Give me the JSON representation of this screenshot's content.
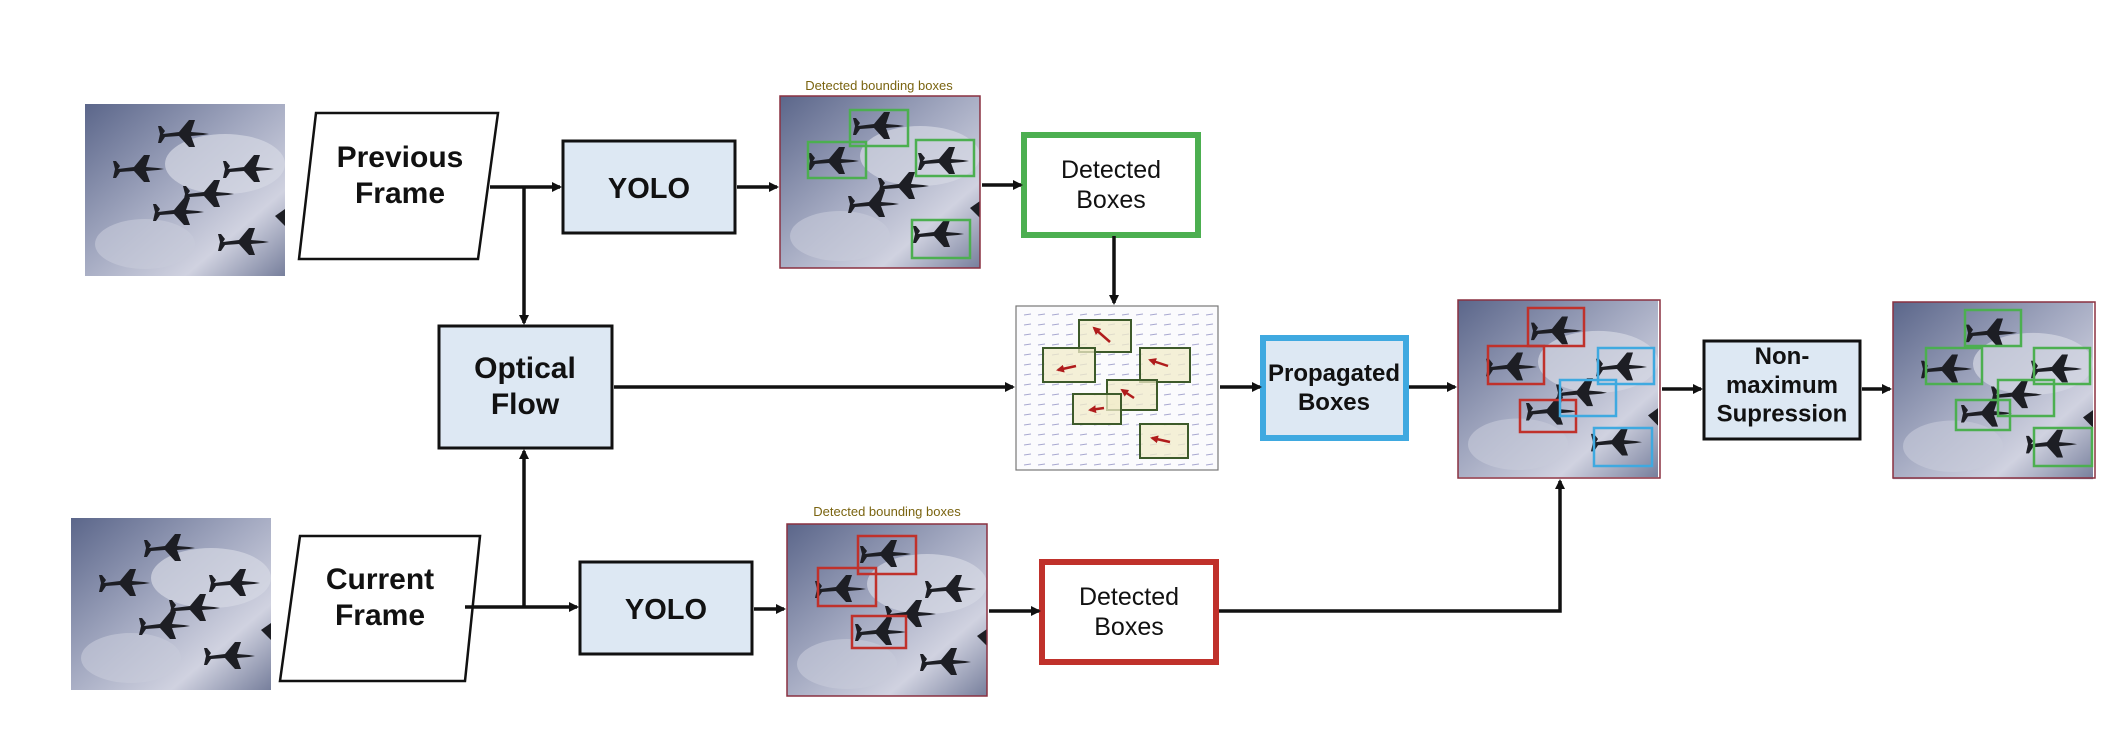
{
  "nodes": {
    "previous_frame": "Previous\nFrame",
    "current_frame": "Current\nFrame",
    "yolo_top": "YOLO",
    "yolo_bottom": "YOLO",
    "optical_flow": "Optical\nFlow",
    "detected_boxes_top": "Detected\nBoxes",
    "detected_boxes_bottom": "Detected\nBoxes",
    "propagated_boxes": "Propagated\nBoxes",
    "nms": "Non-\nmaximum\nSupression"
  },
  "captions": {
    "top_detections": "Detected bounding boxes",
    "bottom_detections": "Detected bounding boxes"
  },
  "colors": {
    "node_fill": "#dde8f3",
    "stroke": "#111111",
    "green": "#4caf50",
    "red": "#c0312b",
    "blue": "#3fa9e0",
    "caption": "#7a6410",
    "sky_light": "#cfd2e0",
    "sky_dark": "#5f6988",
    "jet": "#1d1e24"
  },
  "icons": [
    "jet-formation-image",
    "optical-flow-field-image"
  ]
}
